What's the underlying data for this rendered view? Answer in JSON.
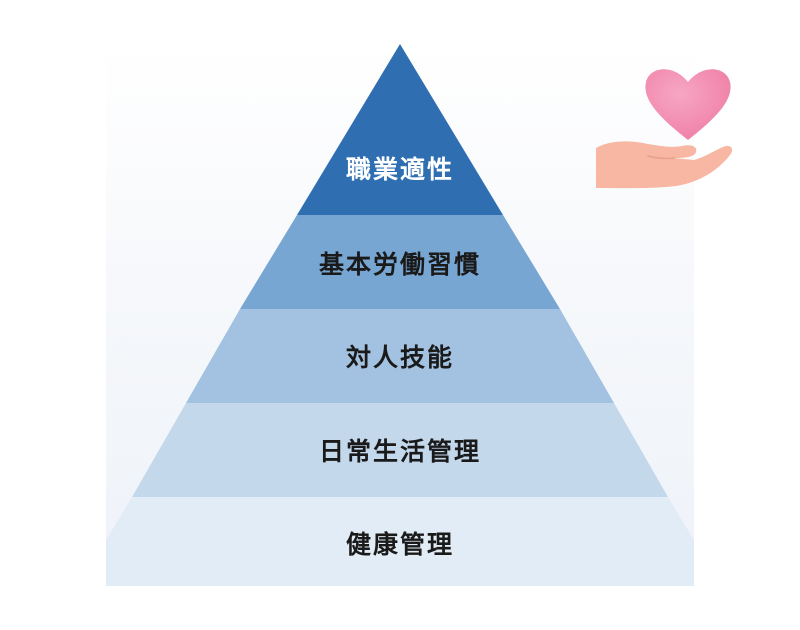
{
  "pyramid": {
    "levels": [
      {
        "label": "職業適性",
        "fill": "#2f6fb1",
        "text_color": "#ffffff"
      },
      {
        "label": "基本労働習慣",
        "fill": "#77a6d2",
        "text_color": "#1a1a1a"
      },
      {
        "label": "対人技能",
        "fill": "#a3c2e1",
        "text_color": "#1a1a1a"
      },
      {
        "label": "日常生活管理",
        "fill": "#c4d8ec",
        "text_color": "#1a1a1a"
      },
      {
        "label": "健康管理",
        "fill": "#e1ecf6",
        "text_color": "#1a1a1a"
      }
    ]
  },
  "illustration": {
    "icon": "heart-in-hand-icon",
    "heart_color": "#f48fb1",
    "hand_color": "#f7b7a3"
  }
}
